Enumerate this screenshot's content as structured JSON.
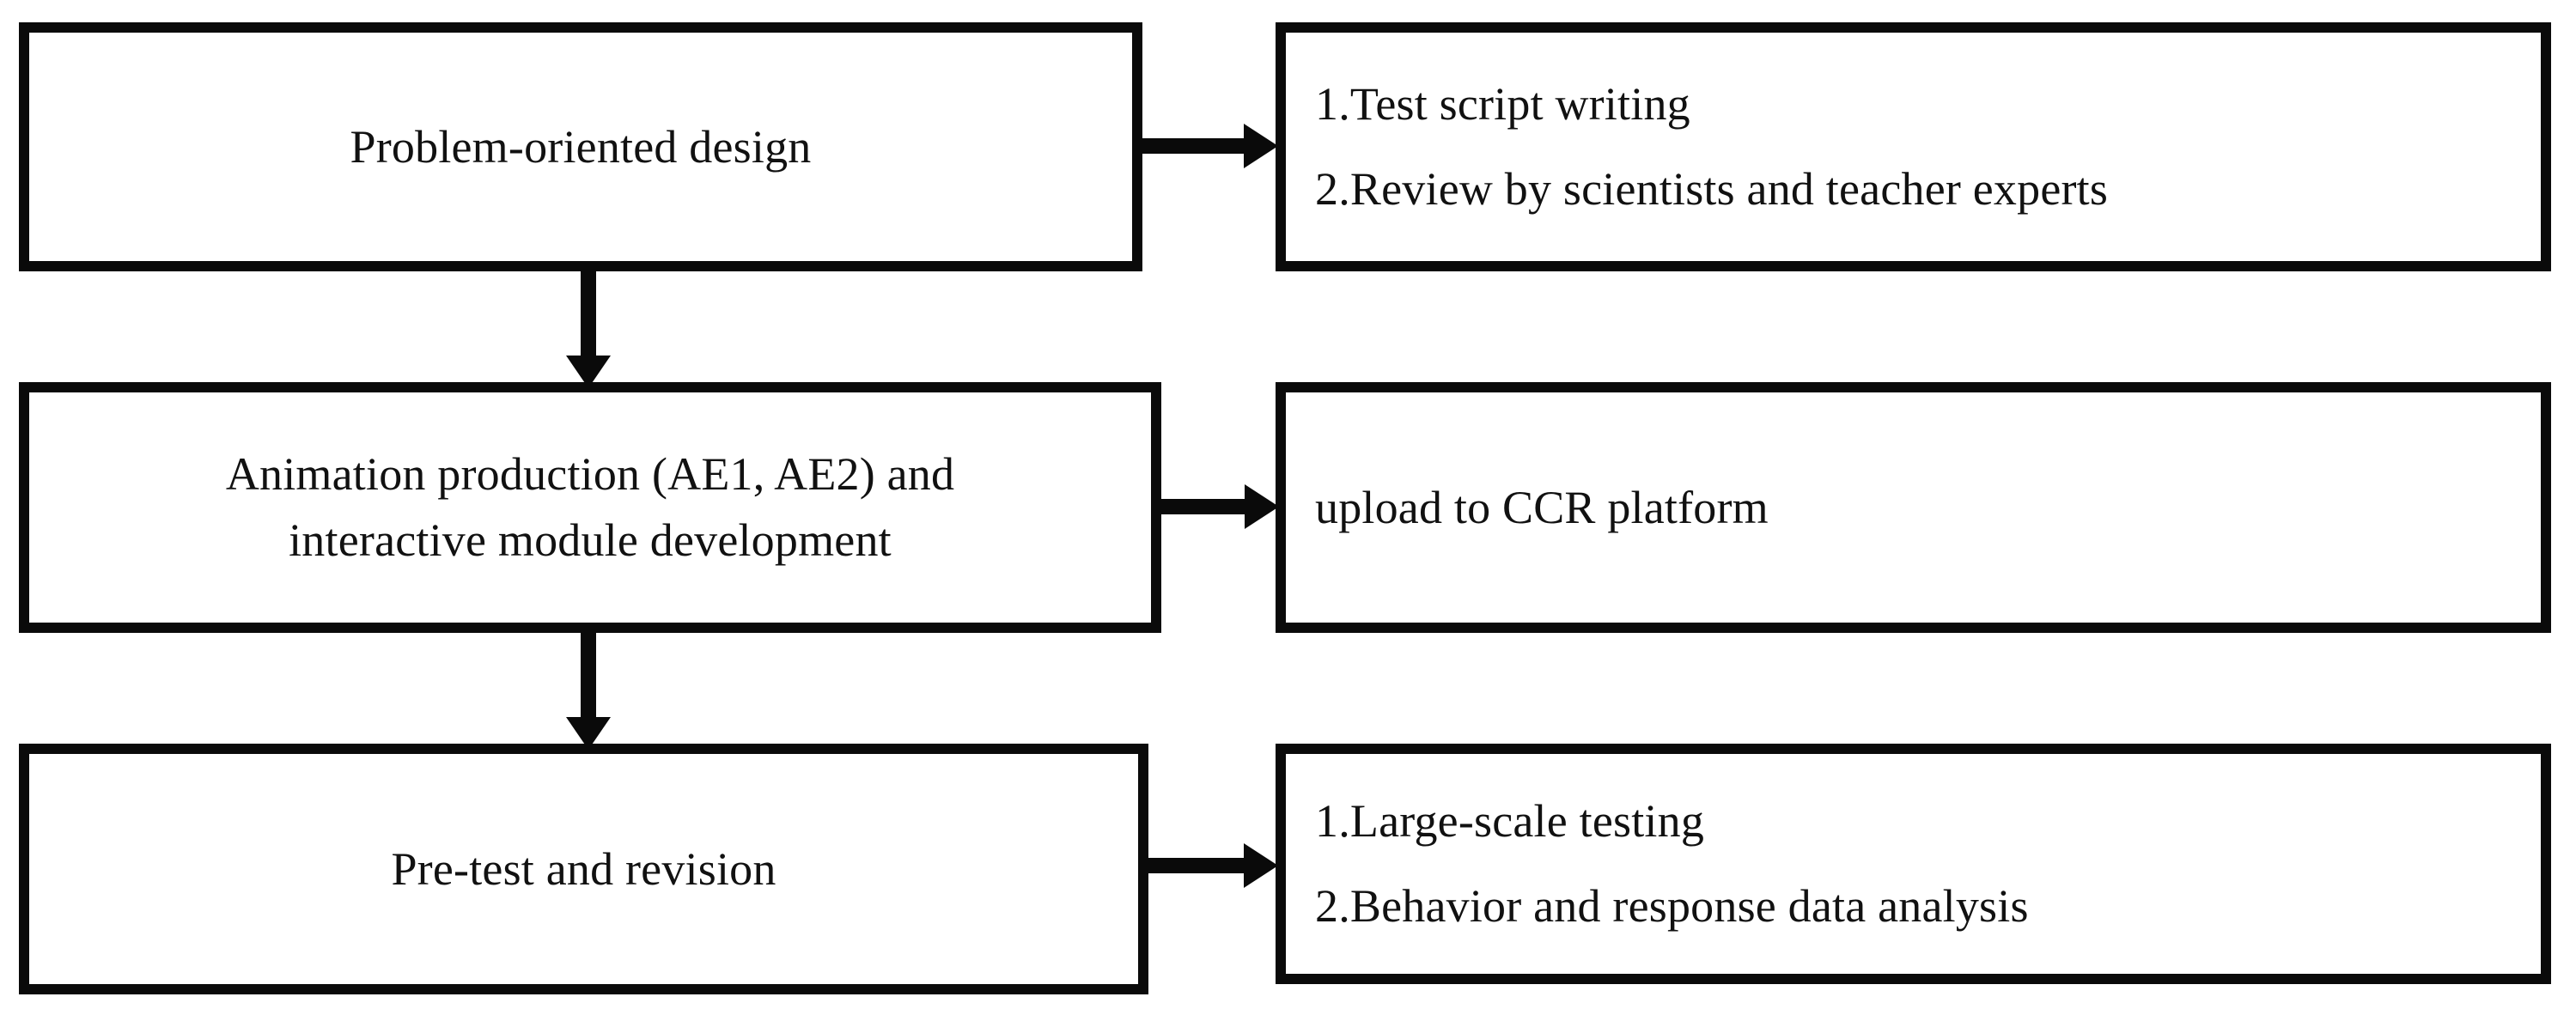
{
  "diagram": {
    "title": "Development workflow flowchart",
    "colors": {
      "stroke": "#0a0a0a",
      "background": "#ffffff",
      "text": "#111111"
    },
    "nodes": {
      "problem_design": {
        "label": "Problem-oriented design",
        "lines": [
          "Problem-oriented design"
        ]
      },
      "script_review": {
        "lines": [
          "1.Test script writing",
          "2.Review by scientists and teacher experts"
        ]
      },
      "animation": {
        "lines": [
          "Animation production (AE1, AE2) and",
          "interactive module development"
        ]
      },
      "upload": {
        "lines": [
          "upload to CCR platform"
        ]
      },
      "pretest": {
        "lines": [
          "Pre-test and revision"
        ]
      },
      "analysis": {
        "lines": [
          "1.Large-scale testing",
          "2.Behavior and response data analysis"
        ]
      }
    },
    "connectors": [
      {
        "name": "problem-design-to-script-review",
        "direction": "right"
      },
      {
        "name": "animation-to-upload",
        "direction": "right"
      },
      {
        "name": "pretest-to-analysis",
        "direction": "right"
      },
      {
        "name": "problem-design-to-animation",
        "direction": "down"
      },
      {
        "name": "animation-to-pretest",
        "direction": "down"
      }
    ]
  }
}
